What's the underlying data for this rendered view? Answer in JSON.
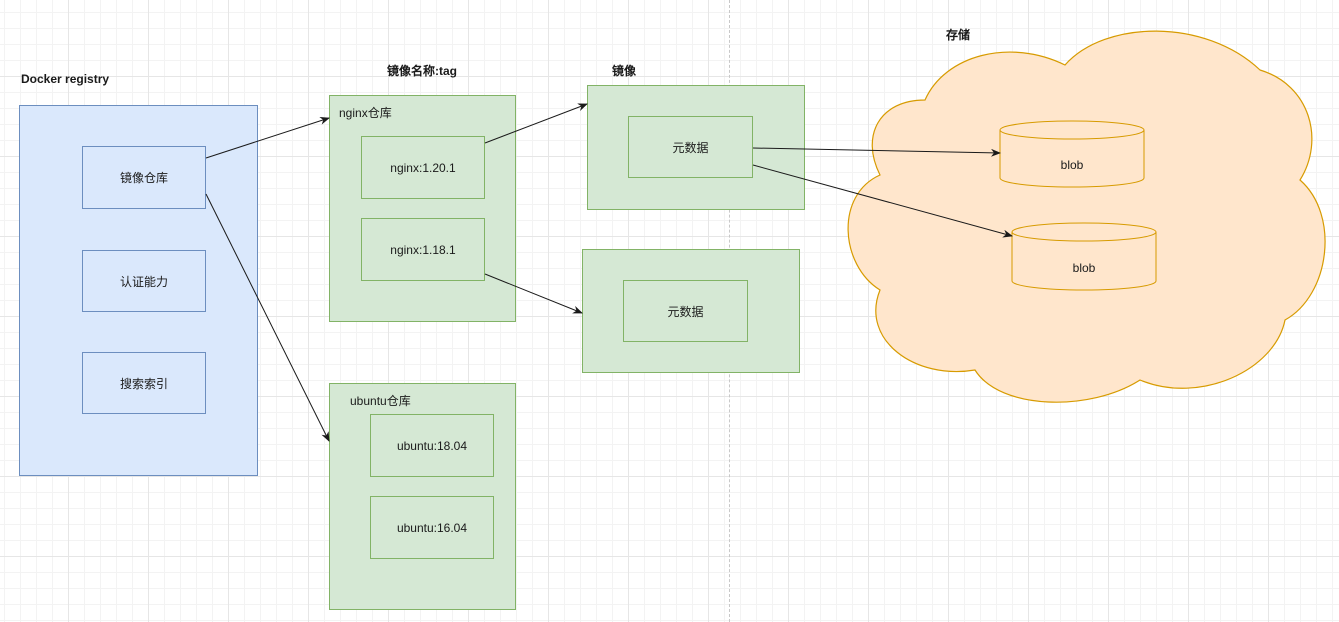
{
  "headings": {
    "registry": "Docker registry",
    "tags": "镜像名称:tag",
    "image": "镜像",
    "storage": "存储"
  },
  "registry": {
    "items": [
      "镜像仓库",
      "认证能力",
      "搜索索引"
    ]
  },
  "repositories": [
    {
      "title": "nginx仓库",
      "tags": [
        "nginx:1.20.1",
        "nginx:1.18.1"
      ]
    },
    {
      "title": "ubuntu仓库",
      "tags": [
        "ubuntu:18.04",
        "ubuntu:16.04"
      ]
    }
  ],
  "images": [
    {
      "metadata": "元数据"
    },
    {
      "metadata": "元数据"
    }
  ],
  "storage": {
    "blobs": [
      "blob",
      "blob"
    ]
  },
  "colors": {
    "blue_fill": "#dae8fc",
    "blue_stroke": "#6c8ebf",
    "green_fill": "#d5e8d4",
    "green_stroke": "#82b366",
    "cloud_fill": "#ffe6cc",
    "cloud_stroke": "#d79b00",
    "blob_fill": "#ffe6cc",
    "arrow": "#1a1a1a"
  }
}
